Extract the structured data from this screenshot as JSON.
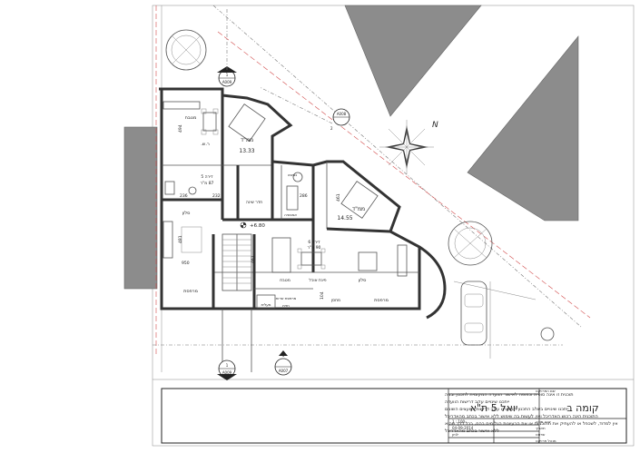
{
  "rooms": {
    "kitchen": "מטבח",
    "master": "ממ\"ד",
    "master_area": "13.33",
    "mamad": "ממ\"ד",
    "mamad_area": "14.55",
    "bathroom": "ר.ש.",
    "apt1": "דירה 5",
    "apt1_area": "87 מ\"ר",
    "apt2": "דירה 6",
    "apt2_area": "90 מ\"ר",
    "parents_room": "חדר שינה",
    "living": "סלון",
    "dining": "פינת אוכל",
    "kitchen2": "מטבח",
    "living2": "סלון",
    "balcony1": "מרפסת",
    "balcony2": "מרפסת",
    "storage": "מחסן",
    "elevator": "מעלית",
    "bath_area": "אמבטיה",
    "stair_note": "חזית",
    "laundry": "כביסה",
    "balcony_service": "מרפסת שרות"
  },
  "dims": {
    "d1": "236",
    "d2": "232",
    "d3": "286",
    "d4": "950",
    "d5": "461",
    "d6": "481",
    "d7": "494",
    "d8": "104",
    "d9": "461"
  },
  "elevation": "+6.80",
  "callouts": {
    "top": {
      "num": "1",
      "ref": "A009"
    },
    "side": {
      "num": "2",
      "ref": "A008"
    },
    "bottom": {
      "num": "1",
      "ref": "A009"
    },
    "bottom2": {
      "num": "1",
      "ref": "A007"
    }
  },
  "north_label": "N",
  "title_block": {
    "notes": [
      "תוכנית זו אינה סופית וכפופה לאישור הוועדה המקומית לתכנון ובניה",
      "ייתכנו שינויים עקב דרישות הוועדה",
      "ייתכנו שינויים בשלב התכנון המפורט עקב דרישות היועצים השונים",
      "התוכנית הינה רכוש האדריכל ואין לעשות בה שימוש ללא אישור בכתב מהאדריכל",
      "אין למדוד, לשכפל או להעתיק את התוכניות או את הרעיונות הגלומים בהם, בכל דרך שהיא",
      "ללא אישור בכתב מהאדריכל"
    ],
    "header_label": "שם הפרויקט",
    "project": "יואל 5 ת\"א",
    "sheet": "קומה ב",
    "scale_label": "קנה מידה",
    "scale": "1 : 100",
    "date_label": "תאריך",
    "date": "04-09-2014",
    "drawn_label": "שרטט",
    "drawn": "לניון",
    "mgr_label": "מנהל פרויקט"
  }
}
